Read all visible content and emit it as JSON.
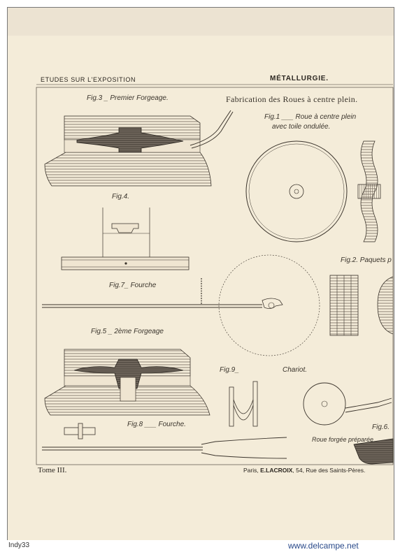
{
  "header": {
    "left": "ETUDES SUR L'EXPOSITION",
    "right": "MÉTALLURGIE."
  },
  "title": "Fabrication des Roues à centre plein.",
  "figures": {
    "fig3": "Fig.3 _ Premier Forgeage.",
    "fig1_line1": "Fig.1 ___ Roue à centre plein",
    "fig1_line2": "avec toile ondulée.",
    "fig4": "Fig.4.",
    "fig2": "Fig.2. Paquets p",
    "fig7": "Fig.7_ Fourche",
    "fig5": "Fig.5 _ 2ème Forgeage",
    "fig9": "Fig.9_",
    "fig9_title": "Chariot.",
    "fig8": "Fig.8 ___ Fourche.",
    "fig6_label": "Roue forgée préparée",
    "fig6": "Fig.6."
  },
  "footer": {
    "tome": "Tome III.",
    "publisher_pre": "Paris,",
    "publisher_name": "E.LACROIX",
    "publisher_post": ", 54, Rue des Saints-Pères."
  },
  "watermark": {
    "seller": "Indy33",
    "site": "www.delcampe.net"
  },
  "colors": {
    "paper": "#f4ecd9",
    "ink": "#2b2620",
    "hatch": "#6f665a",
    "site_link": "#2a4a8a"
  }
}
